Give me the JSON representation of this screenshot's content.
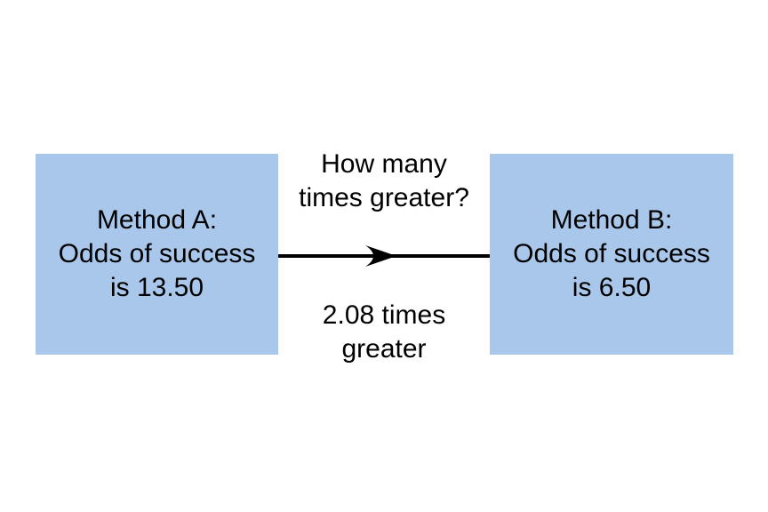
{
  "diagram": {
    "box_a": {
      "text": "Method A:\nOdds of success\nis 13.50",
      "odds_value": "13.50"
    },
    "box_b": {
      "text": "Method B:\nOdds of success\nis 6.50",
      "odds_value": "6.50"
    },
    "arrow": {
      "question_label": "How many\ntimes greater?",
      "answer_label": "2.08 times\ngreater",
      "ratio_value": "2.08",
      "direction": "left-to-right"
    },
    "colors": {
      "box_fill": "#a8c7eb",
      "text": "#000000",
      "arrow": "#000000",
      "background": "#ffffff"
    }
  }
}
